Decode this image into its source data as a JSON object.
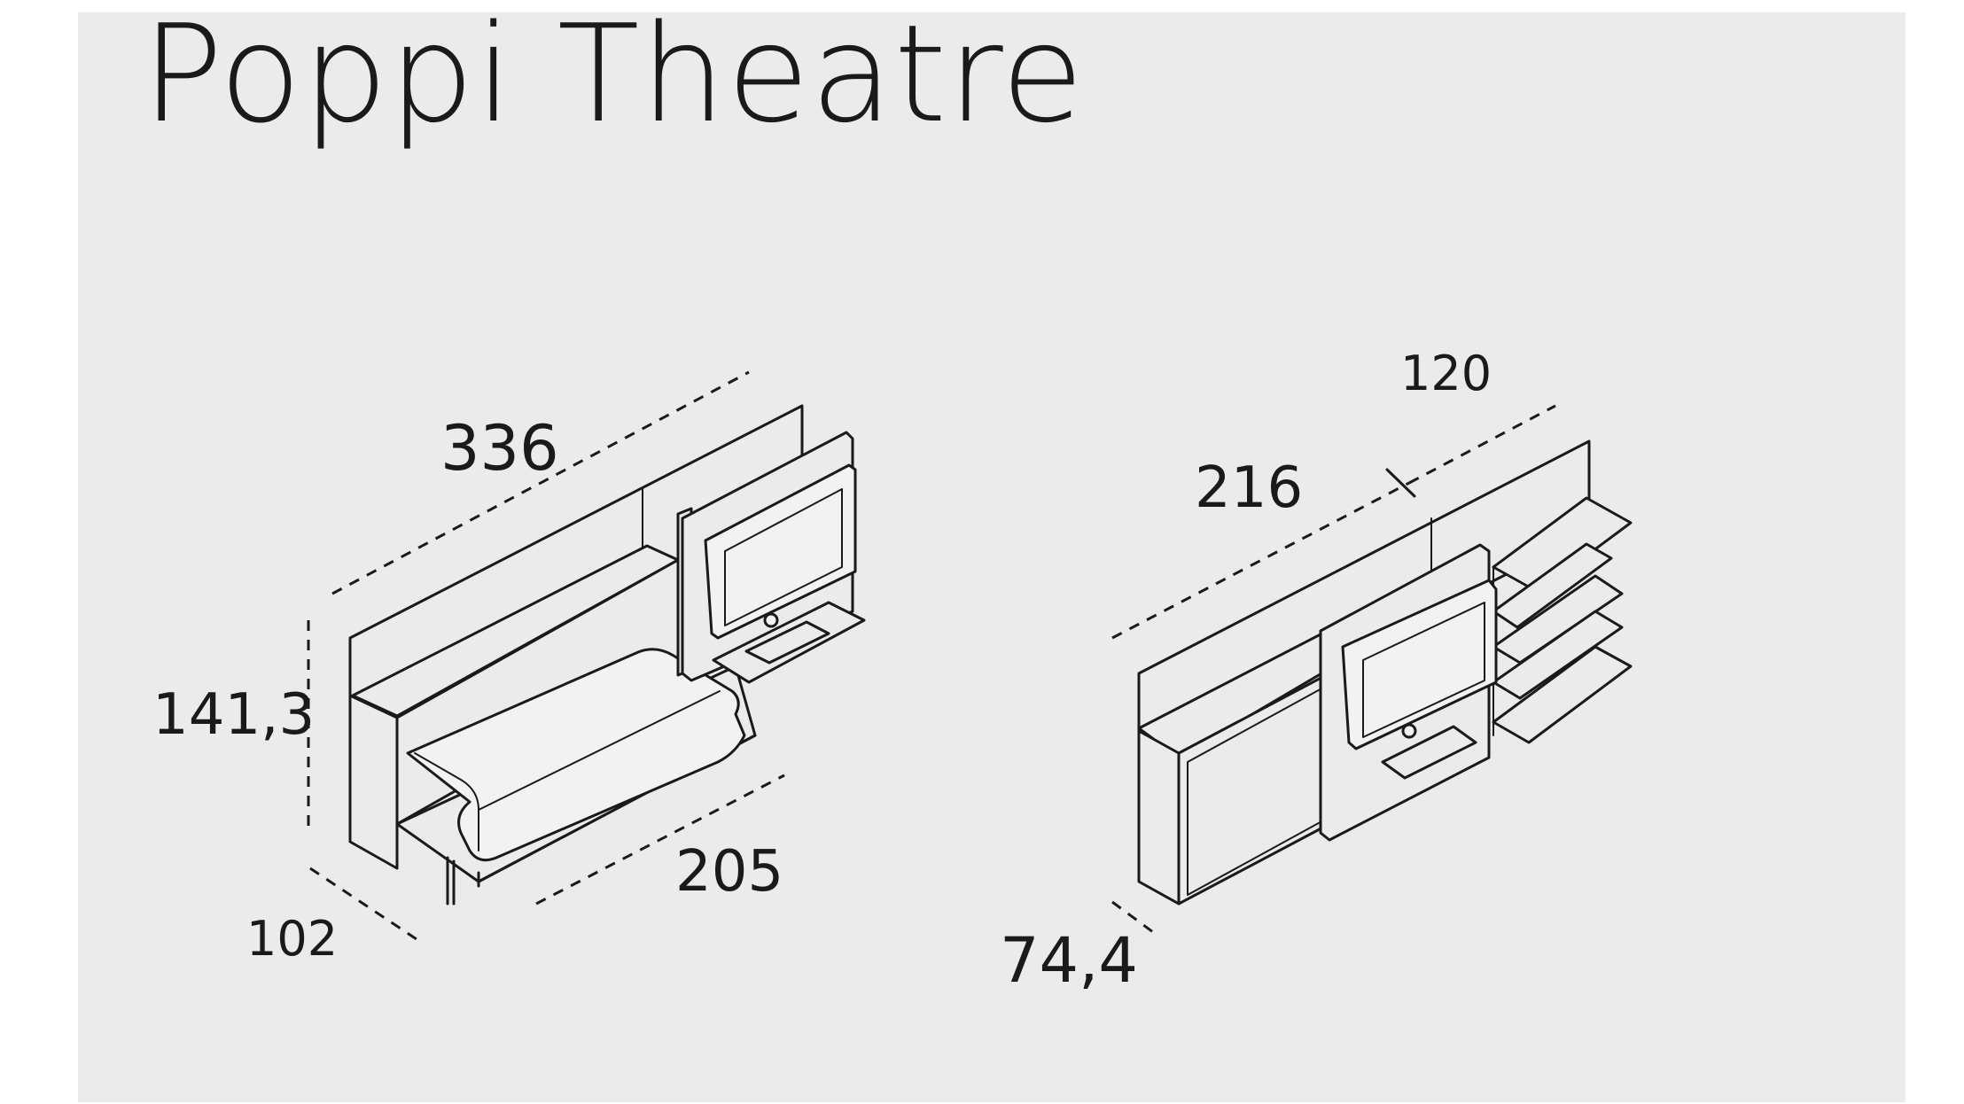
{
  "title": "Poppi Theatre",
  "left_unit": {
    "width": "336",
    "height": "141,3",
    "depth_closed": "102",
    "depth_open": "205"
  },
  "right_unit": {
    "width": "216",
    "shelf_width": "120",
    "depth": "74,4"
  }
}
